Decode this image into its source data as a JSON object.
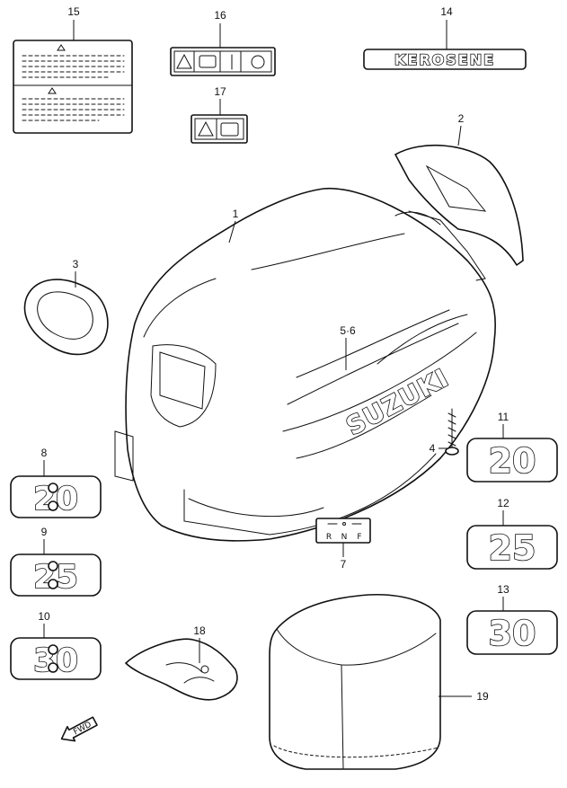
{
  "callouts": {
    "c1": "1",
    "c2": "2",
    "c3": "3",
    "c4": "4",
    "c56": "5·6",
    "c7": "7",
    "c8": "8",
    "c9": "9",
    "c10": "10",
    "c11": "11",
    "c12": "12",
    "c13": "13",
    "c14": "14",
    "c15": "15",
    "c16": "16",
    "c17": "17",
    "c18": "18",
    "c19": "19"
  },
  "decals": {
    "kerosene": "KEROSENE",
    "suzuki": "SUZUKI",
    "shift_labels": [
      "R",
      "N",
      "F"
    ],
    "fwd": "FWD"
  },
  "badges": {
    "b20_left": "20",
    "b25_left": "25",
    "b30_left": "30",
    "b20_right": "20",
    "b25_right": "25",
    "b30_right": "30"
  }
}
